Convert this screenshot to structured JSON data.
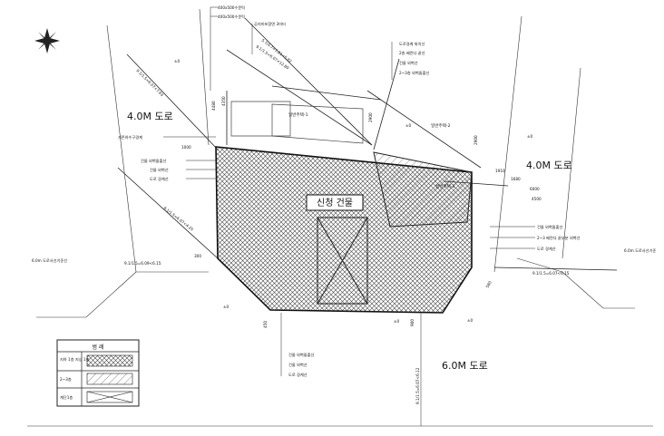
{
  "roads": {
    "left": "4.0M 도로",
    "right": "4.0M 도로",
    "bottom": "6.0M 도로"
  },
  "building_label": "신청 건물",
  "existing_labels": [
    "일반주택-1",
    "일반주택-2",
    "일반주택-3"
  ],
  "notes_top": {
    "a": "400x500수문턱",
    "b": "400x500수문턱",
    "c": "공지미포함면 3미터"
  },
  "notes_right_top": [
    "도로경계 위치선",
    "2층 베란다 끝선",
    "건물 외벽선",
    "2~3층 외벽돌출선"
  ],
  "notes_left_mid": [
    "건물 외벽돌출선",
    "건물 외벽선",
    "도로 경계선"
  ],
  "notes_right_mid": [
    "건물 외벽돌출선",
    "2~3 베란다 끝부분 외벽선",
    "도로 경계선"
  ],
  "notes_bottom": [
    "건물 외벽돌출선",
    "건물 외벽선",
    "도로 경계선"
  ],
  "setback_note": "기존하수구경계",
  "road_center_left": "6.0m 도로사선기준선",
  "road_center_right": "6.0m 도로사선기준",
  "slopes": {
    "upper_left": "9.1/1.5=6.07<7.63",
    "upper_mid": "5.7/4.7=1.21<5.82",
    "upper_right": "9.1/1.5=6.07<12.80",
    "mid_left": "9.1/1.5=6.07<4.25",
    "lower_left": "9.1/1.5=6.09<6.15",
    "lower_right": "9.1/1.5=6.07<6.15",
    "bottom": "9.1/1.5=6.07<6.12"
  },
  "dims": {
    "d4480": "4480",
    "d4350": "4350",
    "d1000": "1000",
    "d2900": "2900",
    "d2900b": "2900",
    "d1910": "1910",
    "d1680": "1680",
    "d6000": "6000",
    "d4500": "4500",
    "d300": "300",
    "d450": "450",
    "d580": "580",
    "d900": "900"
  },
  "level_marks": [
    "±0",
    "±0",
    "±0",
    "±0",
    "±0",
    "±0"
  ],
  "legend": {
    "title": "범 례",
    "rows": [
      "지하 1층\n지상 1층",
      "2~3층",
      "계단1층"
    ]
  }
}
